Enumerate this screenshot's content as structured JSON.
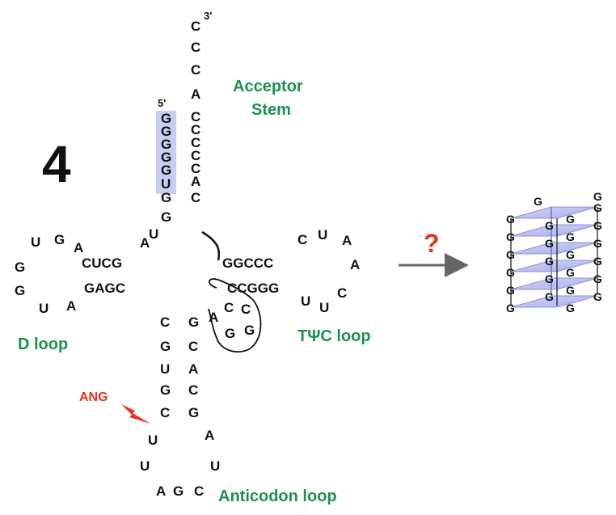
{
  "figure_number": "4",
  "prime5": "5'",
  "prime3": "3'",
  "labels": {
    "acceptor_line1": "Acceptor",
    "acceptor_line2": "Stem",
    "d_loop": "D loop",
    "tpsic_loop": "TΨC loop",
    "anticodon_loop": "Anticodon loop",
    "ang": "ANG",
    "question": "?"
  },
  "colors": {
    "label_green": "#1e9150",
    "ang_red": "#e8341c",
    "highlight": "#c9cdf0",
    "quad_plane": "#b9bdf2",
    "arrow_gray": "#666666"
  },
  "nucleotides": {
    "acceptor_3prime": [
      "C",
      "C",
      "C",
      "A",
      "C",
      "C",
      "C",
      "C",
      "C",
      "A",
      "C"
    ],
    "acceptor_5prime": [
      "G",
      "G",
      "G",
      "G",
      "G",
      "U",
      "G"
    ],
    "d_stem_top": "CUCG",
    "d_stem_bottom": "GAGC",
    "d_loop": [
      "U",
      "G",
      "A",
      "G",
      "G",
      "U",
      "A"
    ],
    "connector": [
      "A",
      "U",
      "G"
    ],
    "t_stem_top": "GGCCC",
    "t_stem_bottom": "CCGGG",
    "t_loop": [
      "C",
      "U",
      "A",
      "A",
      "C",
      "U",
      "U"
    ],
    "inner_loop": [
      "A",
      "C",
      "C",
      "G",
      "G"
    ],
    "anticodon_left": [
      "C",
      "G",
      "U",
      "G",
      "C"
    ],
    "anticodon_right": [
      "G",
      "C",
      "A",
      "C",
      "G"
    ],
    "anticodon_loop": [
      "U",
      "U",
      "A",
      "G",
      "C",
      "U",
      "A"
    ]
  },
  "quadruplex_letter": "G"
}
